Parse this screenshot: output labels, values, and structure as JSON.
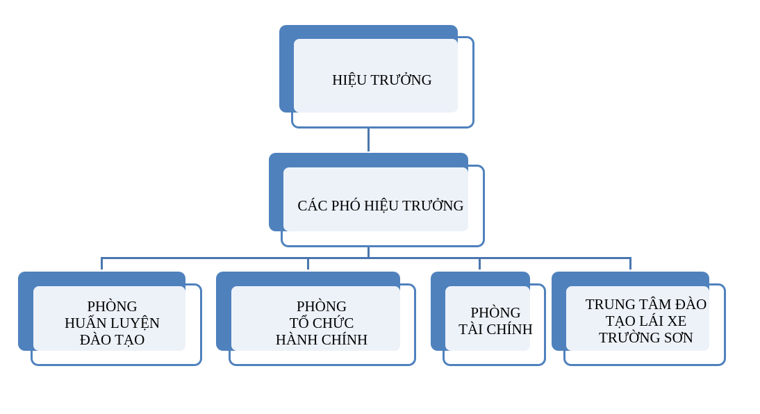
{
  "nodes": {
    "principal": "HIỆU TRƯỞNG",
    "vice_principals": "CÁC PHÓ HIỆU TRƯỞNG",
    "training": "PHÒNG\nHUẤN LUYỆN\nĐÀO TẠO",
    "admin": "PHÒNG\nTỔ CHỨC\nHÀNH CHÍNH",
    "finance": "PHÒNG\nTÀI CHÍNH",
    "driving_center": "TRUNG TÂM ĐÀO\nTẠO LÁI XE\nTRƯỜNG SƠN"
  },
  "colors": {
    "accent": "#4f81bd",
    "fill": "#edf2f9"
  }
}
